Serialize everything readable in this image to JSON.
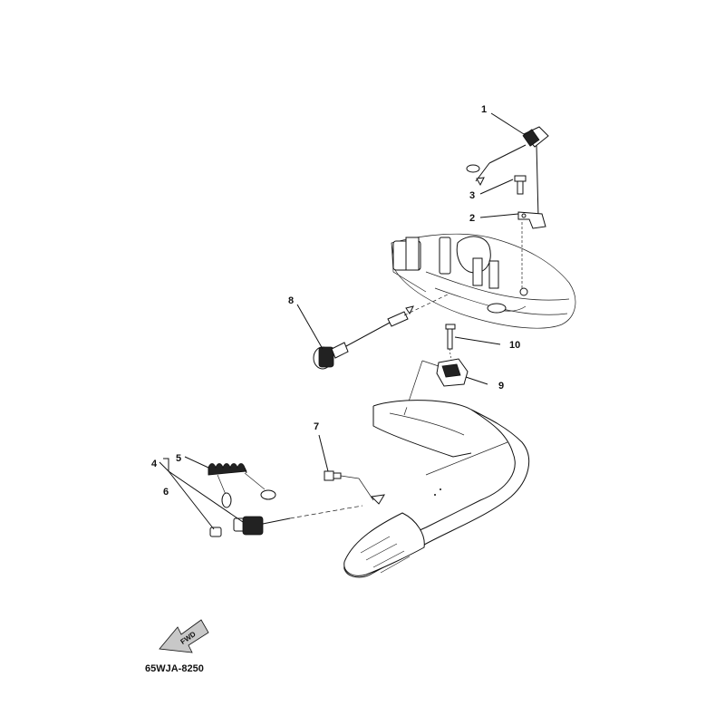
{
  "diagram": {
    "callouts": [
      {
        "id": "1",
        "label": "1"
      },
      {
        "id": "2",
        "label": "2"
      },
      {
        "id": "3",
        "label": "3"
      },
      {
        "id": "4",
        "label": "4"
      },
      {
        "id": "5",
        "label": "5"
      },
      {
        "id": "6",
        "label": "6"
      },
      {
        "id": "7",
        "label": "7"
      },
      {
        "id": "8",
        "label": "8"
      },
      {
        "id": "9",
        "label": "9"
      },
      {
        "id": "10",
        "label": "10"
      }
    ],
    "direction_badge": "FWD",
    "drawing_code": "65WJA-8250"
  }
}
